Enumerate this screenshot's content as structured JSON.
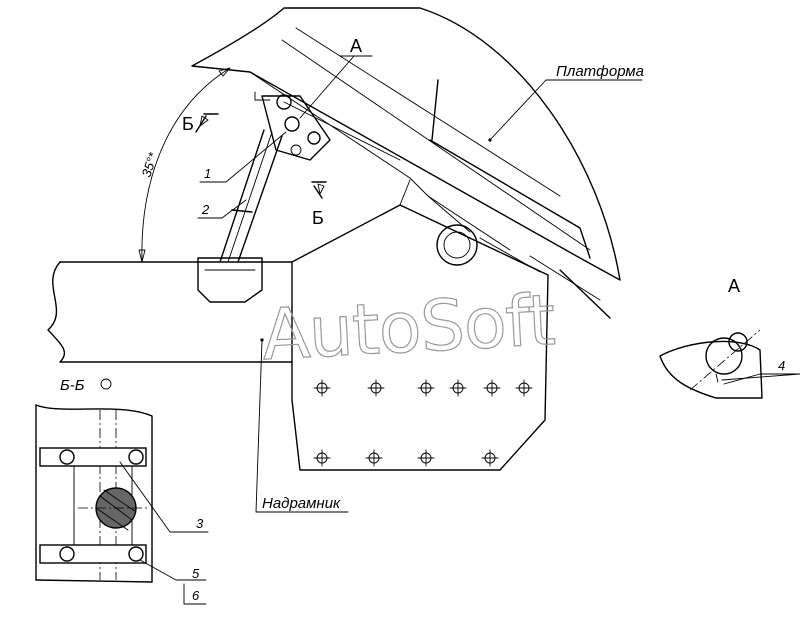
{
  "labels": {
    "platform": "Платформа",
    "subframe": "Надрамник",
    "view_a_top": "A",
    "view_a_side": "A",
    "section_mark_top": "Б",
    "section_mark_bottom": "Б",
    "section_title": "Б-Б",
    "angle": "35°*"
  },
  "callouts": {
    "c1": "1",
    "c2": "2",
    "c3": "3",
    "c4": "4",
    "c5": "5",
    "c6": "6"
  },
  "watermark": "AutoSoft"
}
